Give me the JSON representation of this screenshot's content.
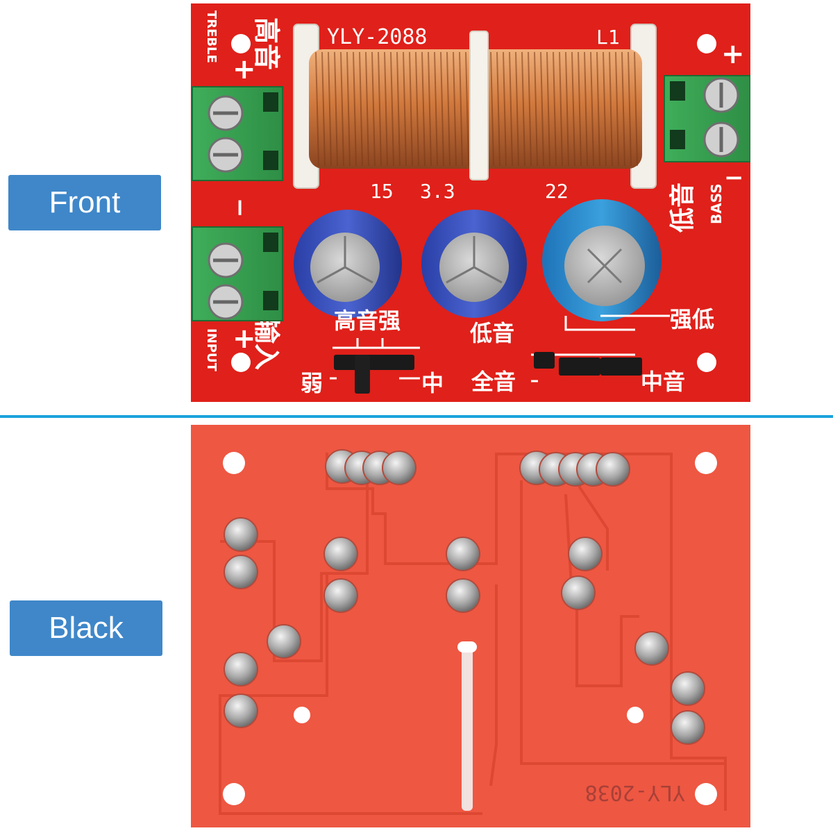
{
  "labels": {
    "front": "Front",
    "back": "Black"
  },
  "front_board": {
    "model": "YLY-2088",
    "coil_ref": "L1",
    "caps": [
      "15",
      "3.3",
      "22"
    ],
    "treble_cn": "高音",
    "treble_en": "TREBLE",
    "bass_cn": "低音",
    "bass_en": "BASS",
    "input_cn": "输入",
    "input_en": "INPUT",
    "plus": "+",
    "minus": "−",
    "treble_adj_cn": "高音强",
    "weak_cn": "弱",
    "mid_cn": "中",
    "bass_label_cn": "低音",
    "full_cn": "全音",
    "strong_low_cn": "强低",
    "midtone_cn": "中音"
  },
  "back_board": {
    "model_mirrored": "YLY-2038"
  },
  "colors": {
    "label_bg": "#3f87c9",
    "divider": "#1aa3dc",
    "front_pcb": "#e0201a",
    "back_pcb": "#ee5742"
  }
}
